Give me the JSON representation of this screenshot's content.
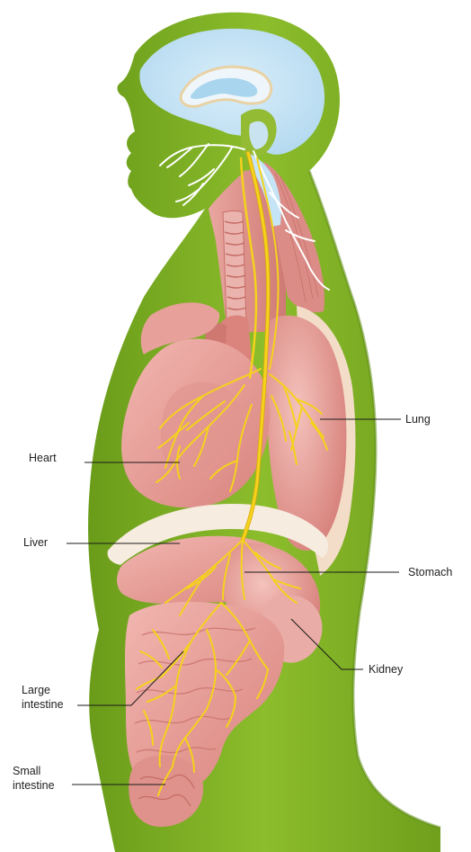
{
  "labels": {
    "lung": "Lung",
    "heart": "Heart",
    "liver": "Liver",
    "stomach": "Stomach",
    "kidney": "Kidney",
    "large_intestine_line1": "Large",
    "large_intestine_line2": "intestine",
    "small_intestine_line1": "Small",
    "small_intestine_line2": "intestine"
  },
  "colors": {
    "body_green": "#7fb226",
    "body_green_dark": "#5f8f16",
    "brain_blue": "#c4e3f4",
    "organ_pink": "#e9a09b",
    "organ_red": "#d27570",
    "nerve_yellow": "#f5d21c",
    "diaphragm": "#f6ebdf"
  }
}
